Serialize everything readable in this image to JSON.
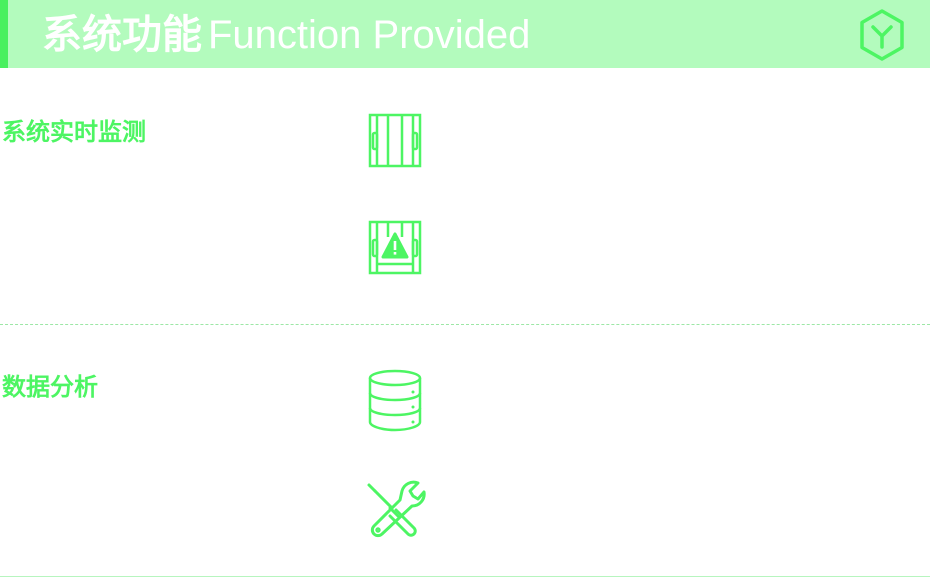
{
  "header": {
    "title_cn": "系统功能",
    "title_en": "Function Provided",
    "logo_icon": "hexagon-y-icon"
  },
  "sections": [
    {
      "title": "系统实时监测",
      "icons": [
        "door-frame-icon",
        "door-frame-warning-icon"
      ]
    },
    {
      "title": "数据分析",
      "icons": [
        "database-icon",
        "wrench-screwdriver-icon"
      ]
    }
  ],
  "colors": {
    "accent": "#4df563",
    "header_bg": "#b3fbbd",
    "header_accent": "#49f05f"
  }
}
